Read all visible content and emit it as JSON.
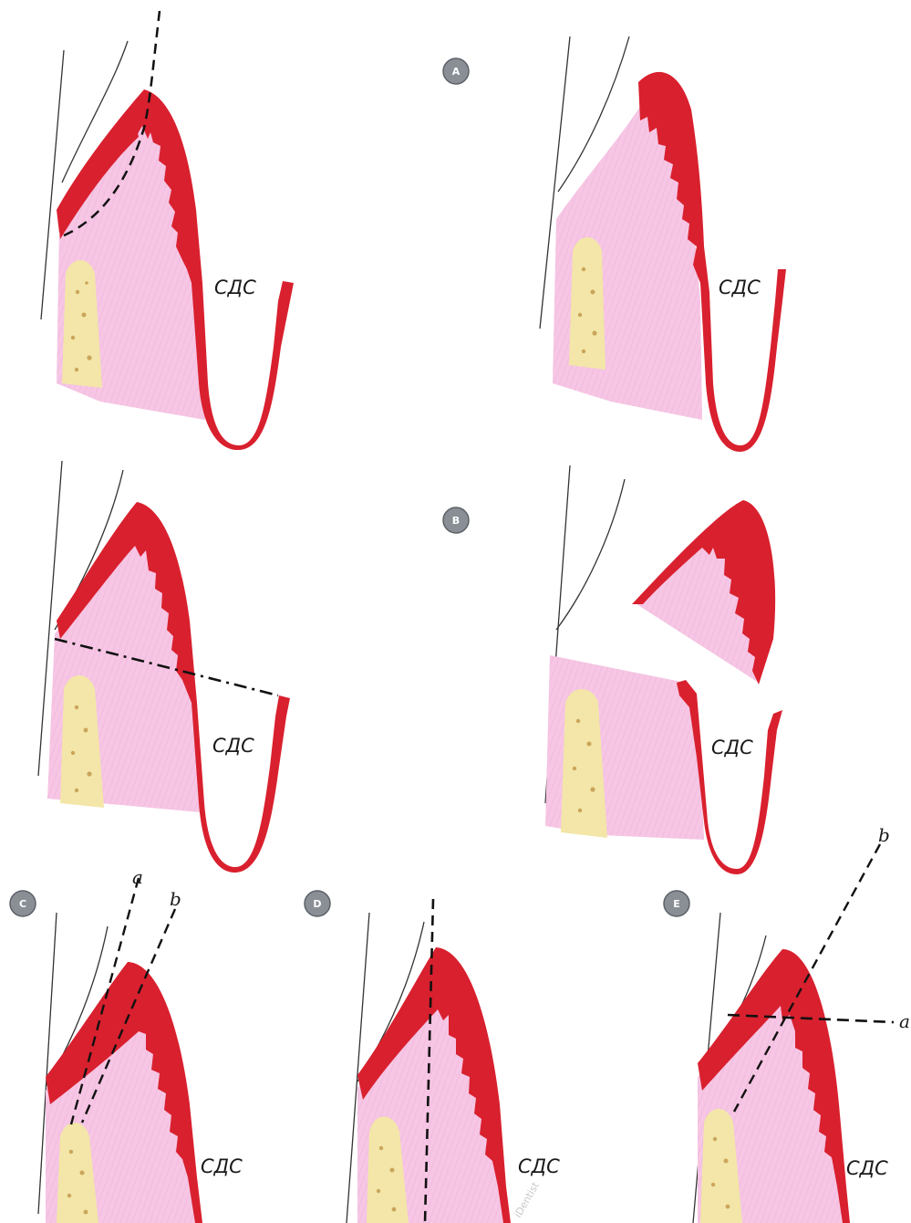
{
  "colors": {
    "epithelium": "#d9202e",
    "connective": "#f6c6e4",
    "fibers": "#e68fcc",
    "bone": "#f3e6a8",
    "bone_spots": "#caa55a",
    "tooth_line": "#333333",
    "badge": "#8a8f96",
    "background": "#ffffff"
  },
  "panels": [
    {
      "id": "A",
      "badge": "A",
      "labels": {
        "sulcus": "СДС"
      }
    },
    {
      "id": "B",
      "badge": "B",
      "labels": {
        "sulcus": "СДС"
      }
    },
    {
      "id": "C",
      "badge": "C",
      "labels": {
        "sulcus": "СДС",
        "line_a": "a",
        "line_b": "b"
      }
    },
    {
      "id": "D",
      "badge": "D",
      "labels": {
        "sulcus": "СДС"
      }
    },
    {
      "id": "E",
      "badge": "E",
      "labels": {
        "sulcus": "СДС",
        "line_a": "a",
        "line_b": "b"
      }
    }
  ],
  "watermark": "iDentist"
}
